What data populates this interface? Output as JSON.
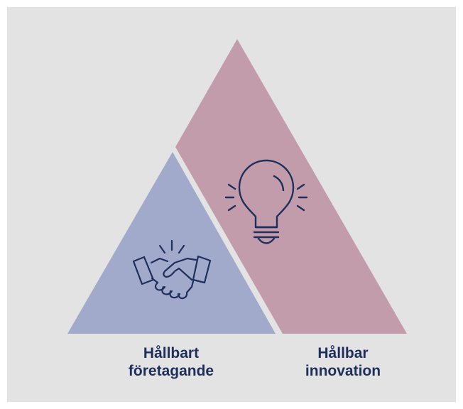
{
  "colors": {
    "background": "#e2e3e2",
    "left_shape": "#a2aacb",
    "right_shape": "#c29cab",
    "icon_stroke": "#1f2f5c",
    "text": "#1f2f5c"
  },
  "left": {
    "icon": "handshake-icon",
    "label_line1": "Hållbart",
    "label_line2": "företagande"
  },
  "right": {
    "icon": "lightbulb-icon",
    "label_line1": "Hållbar",
    "label_line2": "innovation"
  }
}
